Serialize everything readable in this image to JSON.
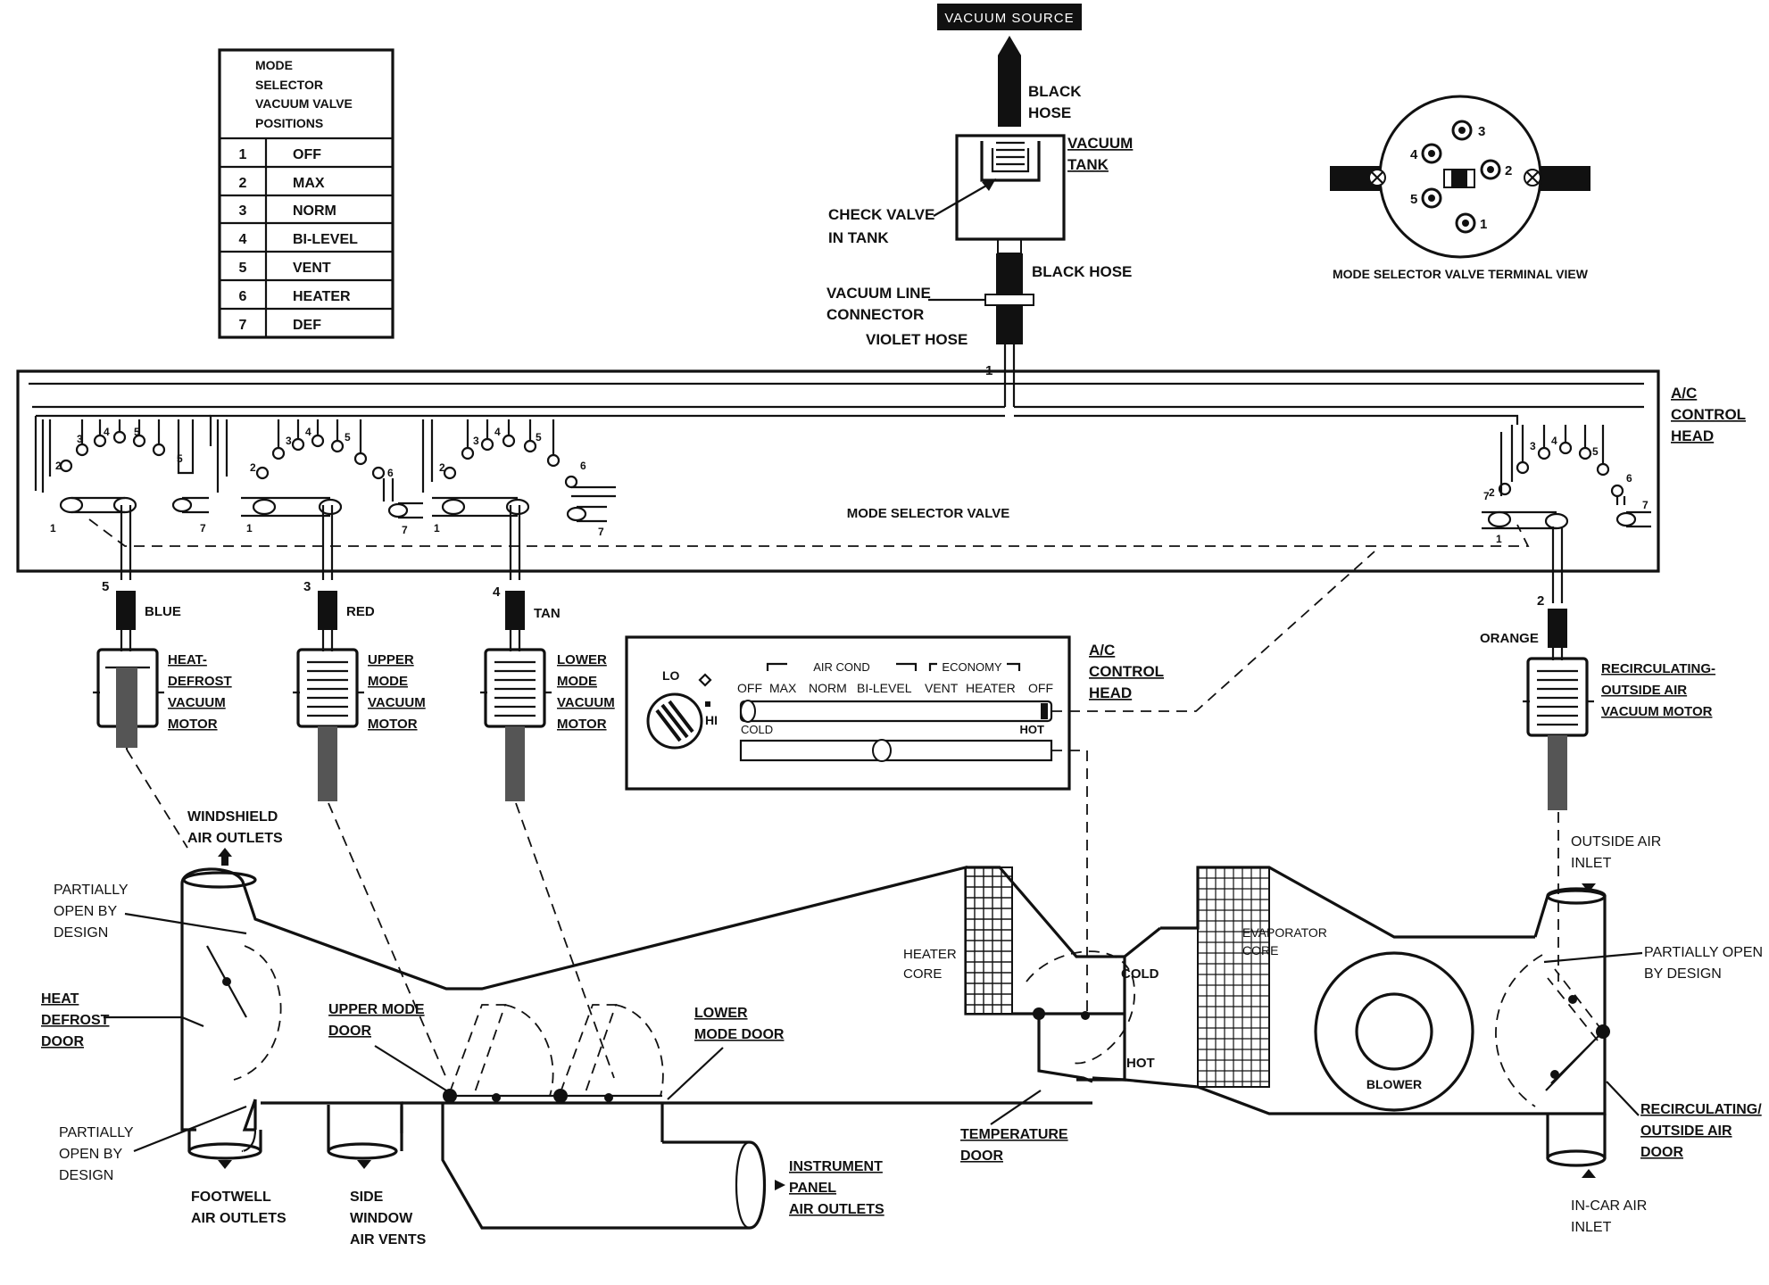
{
  "vacuum_source": "VACUUM SOURCE",
  "legend": {
    "title": [
      "MODE",
      "SELECTOR",
      "VACUUM VALVE",
      "POSITIONS"
    ],
    "rows": [
      {
        "num": "1",
        "label": "OFF"
      },
      {
        "num": "2",
        "label": "MAX"
      },
      {
        "num": "3",
        "label": "NORM"
      },
      {
        "num": "4",
        "label": "BI-LEVEL"
      },
      {
        "num": "5",
        "label": "VENT"
      },
      {
        "num": "6",
        "label": "HEATER"
      },
      {
        "num": "7",
        "label": "DEF"
      }
    ]
  },
  "source_parts": {
    "black_hose_top": [
      "BLACK",
      "HOSE"
    ],
    "vacuum_tank": [
      "VACUUM",
      "TANK"
    ],
    "check_valve": [
      "CHECK VALVE",
      "IN TANK"
    ],
    "black_hose": "BLACK HOSE",
    "connector": [
      "VACUUM LINE",
      "CONNECTOR"
    ],
    "violet_hose": "VIOLET HOSE",
    "port_1": "1"
  },
  "terminal_view": {
    "label": "MODE SELECTOR VALVE TERMINAL VIEW",
    "ports": [
      "1",
      "2",
      "3",
      "4",
      "5"
    ]
  },
  "control_head_box": {
    "label": [
      "A/C",
      "CONTROL",
      "HEAD"
    ],
    "valve_label": "MODE SELECTOR VALVE"
  },
  "lines": {
    "blue": {
      "num": "5",
      "color": "BLUE"
    },
    "red": {
      "num": "3",
      "color": "RED"
    },
    "tan": {
      "num": "4",
      "color": "TAN"
    },
    "orange": {
      "num": "2",
      "color": "ORANGE"
    }
  },
  "motors": {
    "heat_defrost": [
      "HEAT-",
      "DEFROST",
      "VACUUM",
      "MOTOR"
    ],
    "upper_mode": [
      "UPPER",
      "MODE",
      "VACUUM",
      "MOTOR"
    ],
    "lower_mode": [
      "LOWER",
      "MODE",
      "VACUUM",
      "MOTOR"
    ],
    "recirc": [
      "RECIRCULATING-",
      "OUTSIDE AIR",
      "VACUUM MOTOR"
    ]
  },
  "control_panel": {
    "label": [
      "A/C",
      "CONTROL",
      "HEAD"
    ],
    "lo": "LO",
    "hi": "HI",
    "air_cond": "AIR COND",
    "economy": "ECONOMY",
    "positions": [
      "OFF",
      "MAX",
      "NORM",
      "BI-LEVEL",
      "VENT",
      "HEATER",
      "OFF"
    ],
    "cold": "COLD",
    "hot": "HOT"
  },
  "ducts": {
    "windshield": [
      "WINDSHIELD",
      "AIR OUTLETS"
    ],
    "partially_open_top": [
      "PARTIALLY",
      "OPEN BY",
      "DESIGN"
    ],
    "heat_defrost_door": [
      "HEAT",
      "DEFROST",
      "DOOR"
    ],
    "upper_mode_door": [
      "UPPER MODE",
      "DOOR"
    ],
    "lower_mode_door": [
      "LOWER",
      "MODE DOOR"
    ],
    "partially_open_bottom": [
      "PARTIALLY",
      "OPEN BY",
      "DESIGN"
    ],
    "footwell": [
      "FOOTWELL",
      "AIR OUTLETS"
    ],
    "side_window": [
      "SIDE",
      "WINDOW",
      "AIR VENTS"
    ],
    "instrument_panel": [
      "INSTRUMENT",
      "PANEL",
      "AIR OUTLETS"
    ],
    "heater_core": [
      "HEATER",
      "CORE"
    ],
    "cold": "COLD",
    "hot": "HOT",
    "temperature_door": [
      "TEMPERATURE",
      "DOOR"
    ],
    "evaporator_core": [
      "EVAPORATOR",
      "CORE"
    ],
    "blower": "BLOWER",
    "outside_air_inlet": [
      "OUTSIDE AIR",
      "INLET"
    ],
    "partially_open_right": [
      "PARTIALLY OPEN",
      "BY DESIGN"
    ],
    "recirc_door": [
      "RECIRCULATING/",
      "OUTSIDE AIR",
      "DOOR"
    ],
    "in_car_inlet": [
      "IN-CAR AIR",
      "INLET"
    ]
  }
}
